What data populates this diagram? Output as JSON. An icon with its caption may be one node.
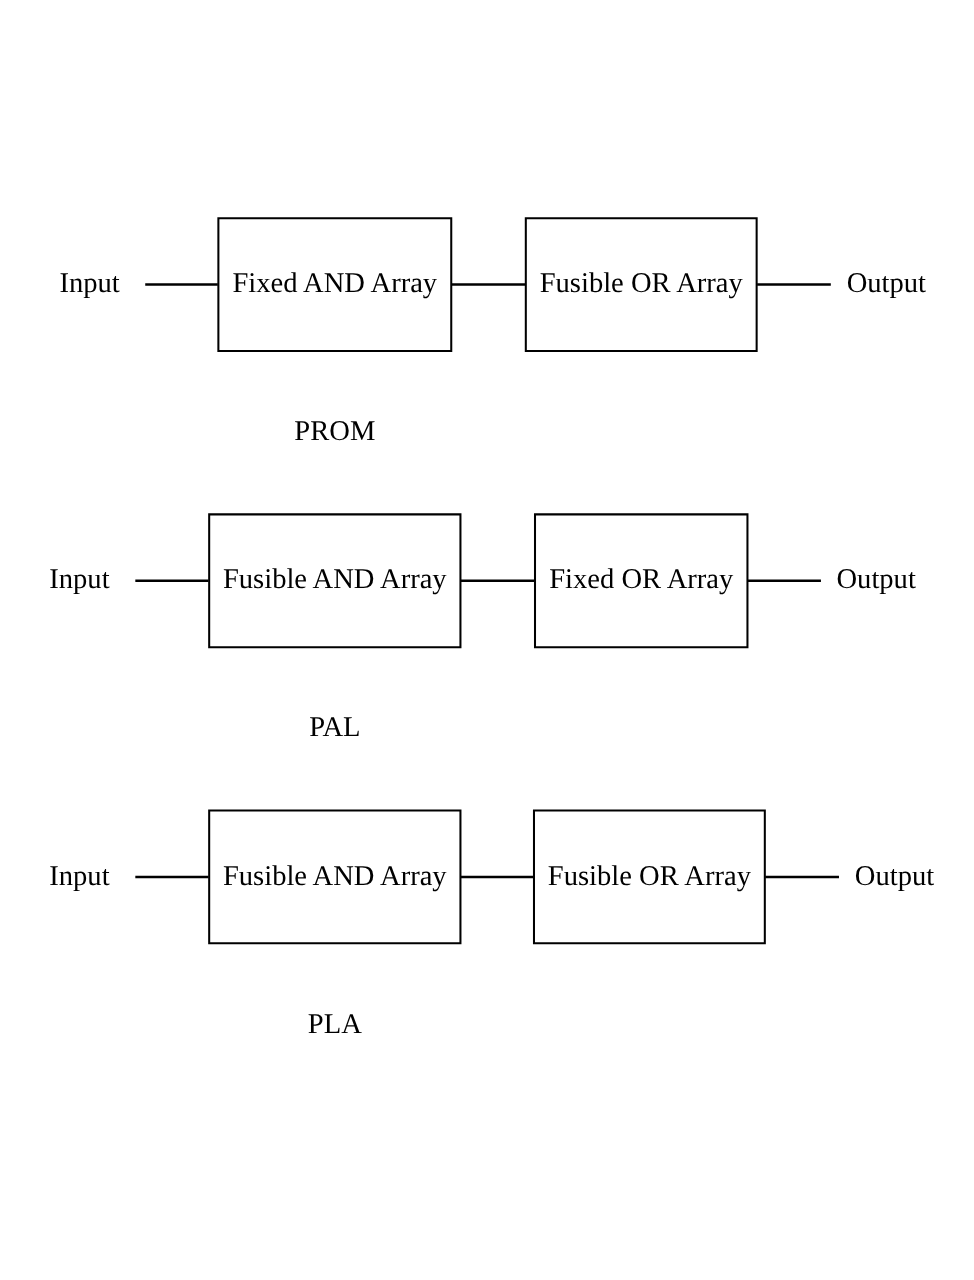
{
  "diagram": {
    "nodes": [
      {
        "text": [
          "Input"
        ]
      },
      {
        "text": [
          "Fixed AND Array"
        ]
      },
      {
        "text": [
          "Fusible OR Array"
        ]
      },
      {
        "text": [
          "Output"
        ]
      },
      {
        "text": [
          "Input"
        ]
      },
      {
        "text": [
          "Fusible AND Array"
        ]
      },
      {
        "text": [
          "Fixed OR Array"
        ]
      },
      {
        "text": [
          "Output"
        ]
      },
      {
        "text": [
          "Input"
        ]
      },
      {
        "text": [
          "Fusible AND Array"
        ]
      },
      {
        "text": [
          "Fusible OR Array"
        ]
      },
      {
        "text": [
          "Output"
        ]
      }
    ],
    "edges": [
      {
        "from": 0,
        "to": 1,
        "arrow": "none"
      },
      {
        "from": 1,
        "to": 2,
        "arrow": "none"
      },
      {
        "from": 2,
        "to": 3,
        "arrow": "none"
      },
      {
        "from": 4,
        "to": 5,
        "arrow": "none"
      },
      {
        "from": 5,
        "to": 6,
        "arrow": "none"
      },
      {
        "from": 6,
        "to": 7,
        "arrow": "none"
      },
      {
        "from": 8,
        "to": 9,
        "arrow": "none"
      },
      {
        "from": 9,
        "to": 10,
        "arrow": "none"
      },
      {
        "from": 10,
        "to": 11,
        "arrow": "none"
      }
    ],
    "labels": [
      "PROM",
      "PAL",
      "PLA"
    ]
  }
}
